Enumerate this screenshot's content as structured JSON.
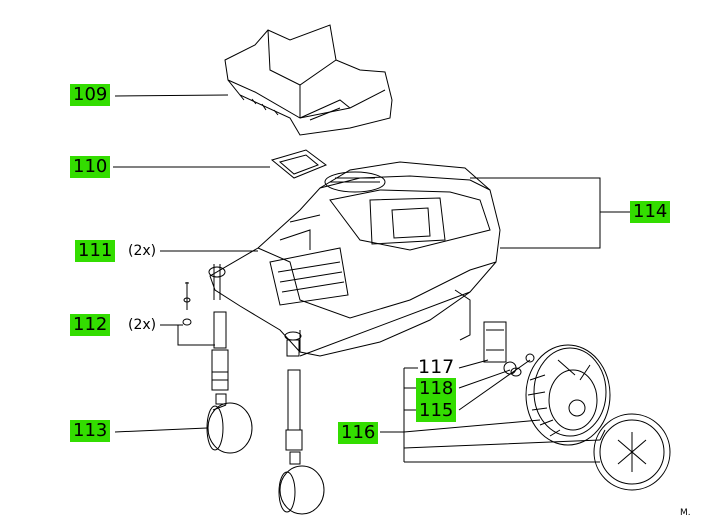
{
  "labels": {
    "p109": "109",
    "p110": "110",
    "p111": "111",
    "p111_qty": "(2x)",
    "p112": "112",
    "p112_qty": "(2x)",
    "p113": "113",
    "p114": "114",
    "p116": "116",
    "p117": "117",
    "p118": "118",
    "p115": "115"
  },
  "corner_mark": "M.",
  "colors": {
    "tag_highlight": "#33dd00",
    "line": "#000000"
  }
}
